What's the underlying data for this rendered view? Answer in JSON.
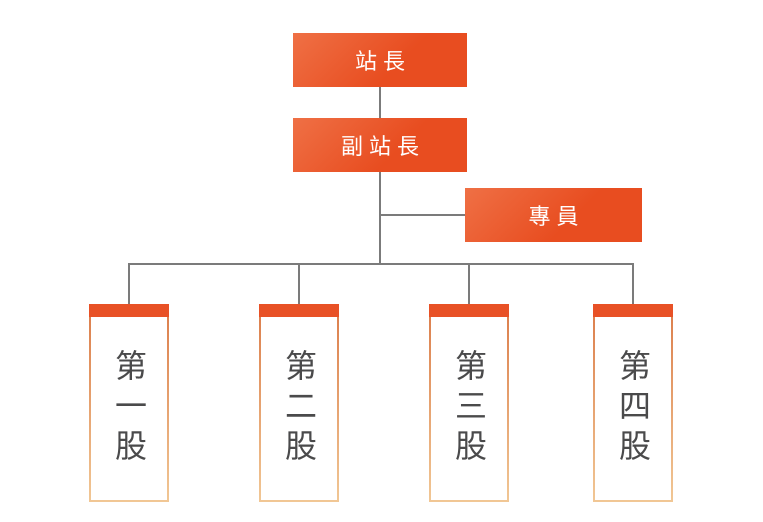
{
  "org_chart": {
    "nodes": {
      "station_master": "站長",
      "deputy_station_master": "副站長",
      "specialist": "專員"
    },
    "sections": [
      "第一股",
      "第二股",
      "第三股",
      "第四股"
    ],
    "hierarchy": {
      "root": "站長",
      "reports_to_root": [
        "副站長"
      ],
      "reports_to_deputy": [
        "專員",
        "第一股",
        "第二股",
        "第三股",
        "第四股"
      ]
    }
  },
  "colors": {
    "node_orange": "#e84d20",
    "node_orange_highlight": "#ef7045",
    "section_bar_orange": "#e85126",
    "section_border_top": "#db7c4a",
    "section_border_bottom": "#f1c795",
    "connector_gray": "#7b7b7b",
    "section_text": "#4a4a4b",
    "node_text": "#ffffff",
    "background": "#ffffff"
  }
}
